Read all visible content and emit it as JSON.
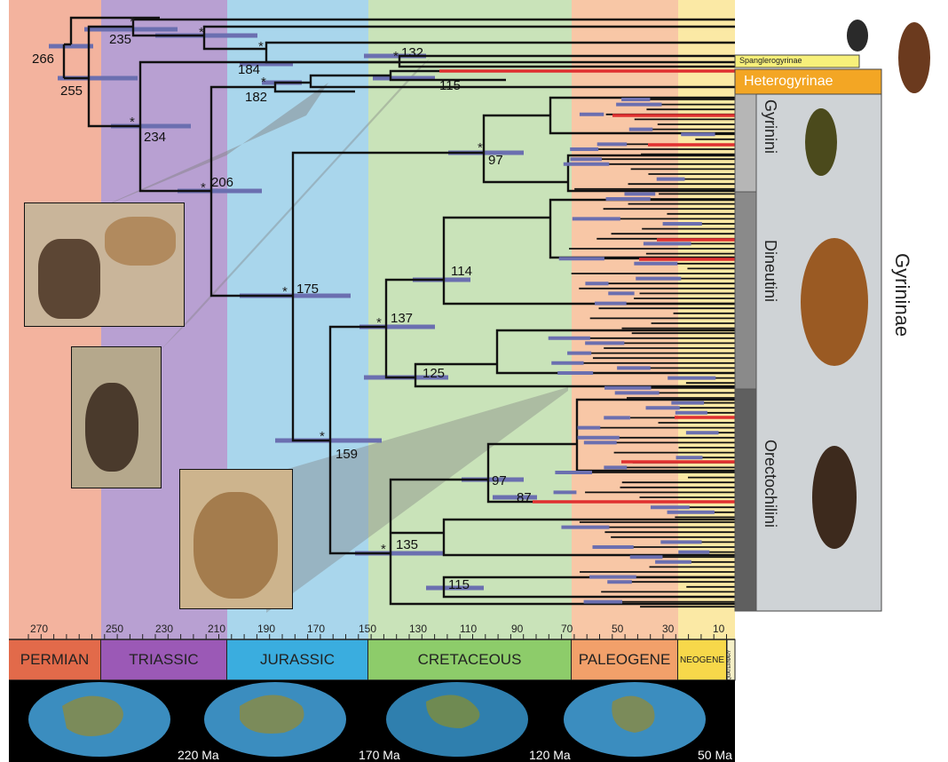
{
  "colors": {
    "permian": "#f3b39e",
    "triassic": "#b8a0d2",
    "jurassic": "#a9d6ec",
    "cretaceous": "#c9e3b9",
    "paleogene": "#f8c7a6",
    "neogene": "#fbe9a5",
    "branch": "#111111",
    "hpd_bar": "#6b6fb0",
    "highlight": "#e03030",
    "heterogyrinae_box": "#f3a624",
    "spanglerogyrinae_box": "#f7f07a",
    "timescale_permian": "#e26a4a",
    "timescale_triassic": "#9b59b6",
    "timescale_jurassic": "#3aaddf",
    "timescale_cretaceous": "#8dcc6a",
    "timescale_paleogene": "#f2a06a",
    "timescale_neogene": "#f7d84a"
  },
  "periods": [
    "PERMIAN",
    "TRIASSIC",
    "JURASSIC",
    "CRETACEOUS",
    "PALEOGENE",
    "NEOGENE"
  ],
  "quaternary_label": "QUATERNARY",
  "axis_ticks": [
    "270",
    "250",
    "230",
    "210",
    "190",
    "170",
    "150",
    "130",
    "110",
    "90",
    "70",
    "50",
    "30",
    "10"
  ],
  "map_labels": [
    "220 Ma",
    "170 Ma",
    "120 Ma",
    "50 Ma"
  ],
  "node_ages": {
    "n266": "266",
    "n255": "255",
    "n235": "235",
    "n234": "234",
    "n206": "206",
    "n184": "184",
    "n182": "182",
    "n132": "132",
    "n115a": "115",
    "n175": "175",
    "n97a": "97",
    "n114": "114",
    "n137": "137",
    "n125": "125",
    "n159": "159",
    "n97b": "97",
    "n87": "87",
    "n135": "135",
    "n115b": "115"
  },
  "star_symbol": "*",
  "subfamilies": {
    "spanglerogyrinae": "Spanglerogyrinae",
    "heterogyrinae": "Heterogyrinae",
    "gyrininae": "Gyrininae"
  },
  "tribes": [
    "Gyrinini",
    "Dineutini",
    "Orectochilini"
  ]
}
